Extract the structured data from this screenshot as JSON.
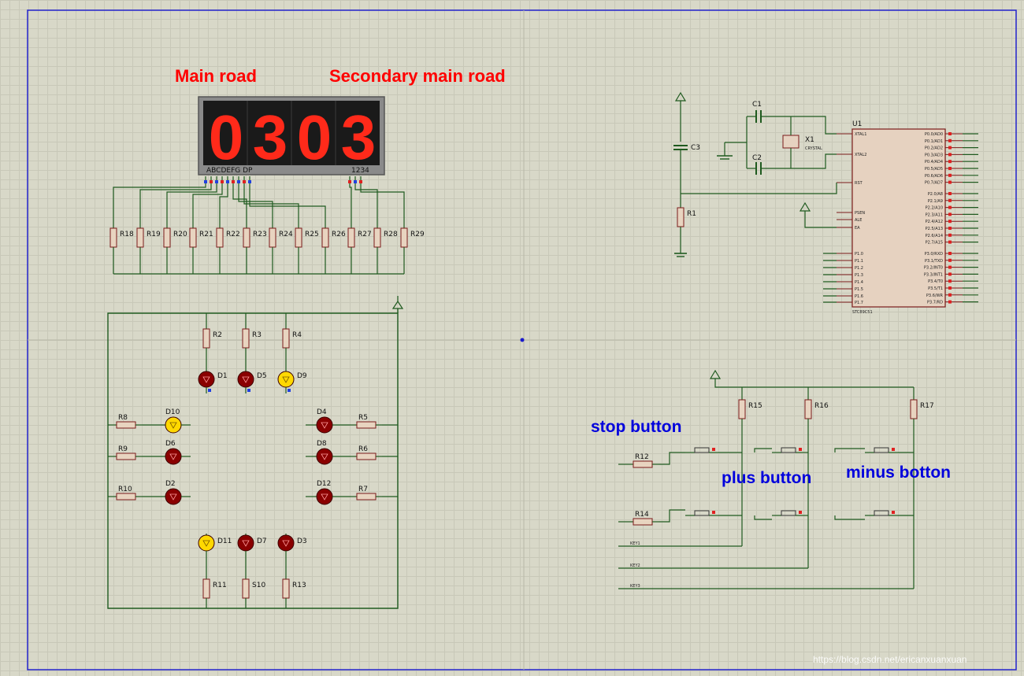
{
  "labels": {
    "main_road": "Main road",
    "secondary_road": "Secondary main road",
    "stop_button": "stop button",
    "plus_button": "plus button",
    "minus_button": "minus botton",
    "watermark": "https://blog.csdn.net/ericanxuanxuan"
  },
  "display": {
    "digits": [
      "0",
      "3",
      "0",
      "3"
    ],
    "segment_label": "ABCDEFG DP",
    "digit_label": "1234"
  },
  "resistor_bank": [
    "R18",
    "R19",
    "R20",
    "R21",
    "R22",
    "R23",
    "R24",
    "R25",
    "R26",
    "R27",
    "R28",
    "R29"
  ],
  "traffic": {
    "top_resistors": [
      "R2",
      "R3",
      "R4"
    ],
    "top_leds": [
      "D1",
      "D5",
      "D9"
    ],
    "left_resistors": [
      "R8",
      "R9",
      "R10"
    ],
    "left_leds": [
      "D10",
      "D6",
      "D2"
    ],
    "right_resistors": [
      "R5",
      "R6",
      "R7"
    ],
    "right_leds": [
      "D4",
      "D8",
      "D12"
    ],
    "bottom_leds": [
      "D11",
      "D7",
      "D3"
    ],
    "bottom_resistors": [
      "R11",
      "S10",
      "R13"
    ]
  },
  "mcu": {
    "ref": "U1",
    "part": "STC89C51",
    "left_pins": [
      "XTAL1",
      "XTAL2",
      "RST",
      "PSEN",
      "ALE",
      "EA",
      "P1.0",
      "P1.1",
      "P1.2",
      "P1.3",
      "P1.4",
      "P1.5",
      "P1.6",
      "P1.7"
    ],
    "right_pins_p0": [
      "P0.0/AD0",
      "P0.1/AD1",
      "P0.2/AD2",
      "P0.3/AD3",
      "P0.4/AD4",
      "P0.5/AD5",
      "P0.6/AD6",
      "P0.7/AD7"
    ],
    "right_pins_p2": [
      "P2.0/A8",
      "P2.1/A9",
      "P2.2/A10",
      "P2.3/A11",
      "P2.4/A12",
      "P2.5/A13",
      "P2.6/A14",
      "P2.7/A15"
    ],
    "right_pins_p3": [
      "P3.0/RXD",
      "P3.1/TXD",
      "P3.2/INT0",
      "P3.3/INT1",
      "P3.4/T0",
      "P3.5/T1",
      "P3.6/WR",
      "P3.7/RD"
    ]
  },
  "osc": {
    "c1": "C1",
    "c2": "C2",
    "c3": "C3",
    "x1": "X1",
    "x1_part": "CRYSTAL",
    "r1": "R1"
  },
  "buttons": {
    "resistors": [
      "R15",
      "R16",
      "R17"
    ],
    "row_resistors": [
      "R12",
      "R14"
    ],
    "keys": [
      "KEY1",
      "KEY2",
      "KEY3"
    ]
  },
  "colors": {
    "wire": "#1f5a1f",
    "resistor_fill": "#e8d4c0",
    "resistor_stroke": "#7a1a1a",
    "led_off": "#8a0000",
    "led_yellow": "#ffd800",
    "display_body": "#1a1a1a",
    "digit": "#ff2a1a",
    "red_text": "#ff0000",
    "blue_text": "#0000dd",
    "border": "#2222cc"
  }
}
